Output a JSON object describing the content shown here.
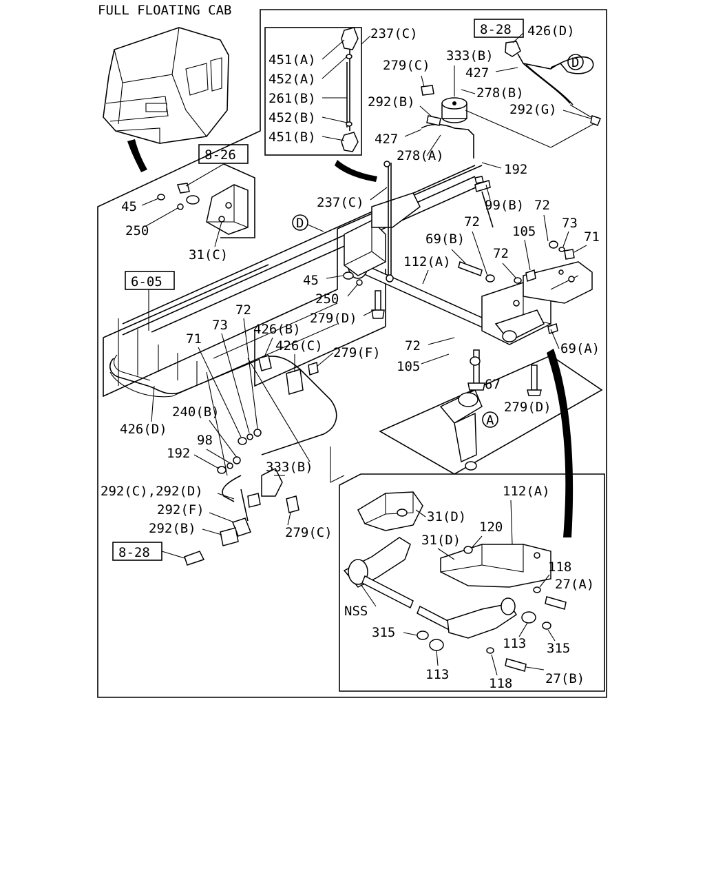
{
  "title": "FULL FLOATING CAB",
  "references": {
    "ref_8_28_top": "8-28",
    "ref_8_26": "8-26",
    "ref_6_05": "6-05",
    "ref_8_28_bottom": "8-28"
  },
  "markers": {
    "circle_d": "D",
    "circle_a": "A"
  },
  "labels": {
    "l451a": "451(A)",
    "l452a": "452(A)",
    "l261b": "261(B)",
    "l452b": "452(B)",
    "l451b": "451(B)",
    "l237c_top": "237(C)",
    "l279c_top": "279(C)",
    "l333b_top": "333(B)",
    "l426d_top": "426(D)",
    "l427_top": "427",
    "l278b": "278(B)",
    "l292b_top": "292(B)",
    "l292g": "292(G)",
    "l427_mid": "427",
    "l278a": "278(A)",
    "l192_top": "192",
    "l99b": "99(B)",
    "l72_a": "72",
    "l45_top": "45",
    "l250_top": "250",
    "l31c": "31(C)",
    "l237c_mid": "237(C)",
    "l72_b": "72",
    "l105_top": "105",
    "l73_top": "73",
    "l71_top": "71",
    "l69b": "69(B)",
    "l72_c": "72",
    "l112a_top": "112(A)",
    "l45_mid": "45",
    "l250_mid": "250",
    "l279d_mid": "279(D)",
    "l72_d": "72",
    "l69a": "69(A)",
    "l72_left": "72",
    "l73_left": "73",
    "l426b": "426(B)",
    "l71_left": "71",
    "l426c": "426(C)",
    "l279f": "279(F)",
    "l105_mid": "105",
    "l67": "67",
    "l279d_right": "279(D)",
    "l240b": "240(B)",
    "l426d_left": "426(D)",
    "l98": "98",
    "l192_left": "192",
    "l333b_bot": "333(B)",
    "l292cd": "292(C),292(D)",
    "l292f": "292(F)",
    "l292b_bot": "292(B)",
    "l279c_bot": "279(C)",
    "l112a_inset": "112(A)",
    "l31d_a": "31(D)",
    "l120": "120",
    "l31d_b": "31(D)",
    "l118_top": "118",
    "l27a": "27(A)",
    "l nss": "NSS",
    "l315_left": "315",
    "l113_right": "113",
    "l315_right": "315",
    "l113_left": "113",
    "l118_bot": "118",
    "l27b": "27(B)"
  }
}
